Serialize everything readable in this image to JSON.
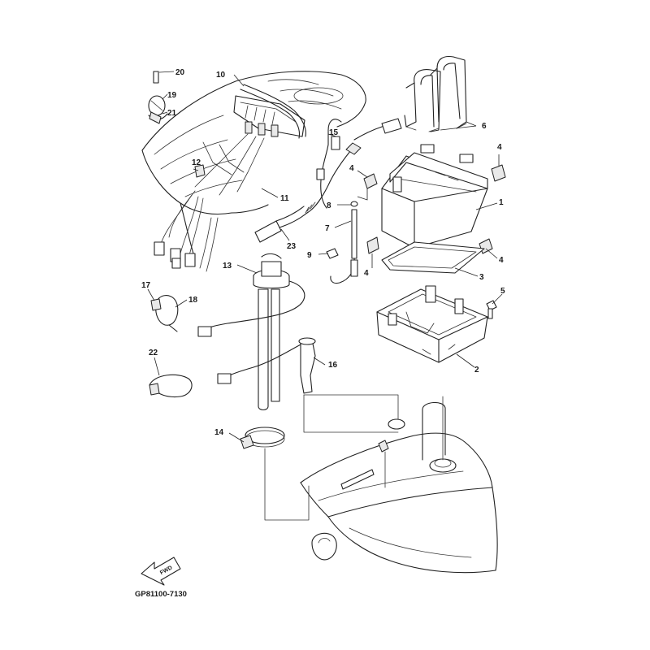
{
  "diagram": {
    "code": "GP81100-7130",
    "fwd_label": "FWD",
    "part_labels": [
      {
        "id": "p1",
        "text": "1"
      },
      {
        "id": "p2",
        "text": "2"
      },
      {
        "id": "p3",
        "text": "3"
      },
      {
        "id": "p4a",
        "text": "4"
      },
      {
        "id": "p4b",
        "text": "4"
      },
      {
        "id": "p4c",
        "text": "4"
      },
      {
        "id": "p4d",
        "text": "4"
      },
      {
        "id": "p5",
        "text": "5"
      },
      {
        "id": "p6",
        "text": "6"
      },
      {
        "id": "p7",
        "text": "7"
      },
      {
        "id": "p8",
        "text": "8"
      },
      {
        "id": "p9",
        "text": "9"
      },
      {
        "id": "p10",
        "text": "10"
      },
      {
        "id": "p11",
        "text": "11"
      },
      {
        "id": "p12",
        "text": "12"
      },
      {
        "id": "p13",
        "text": "13"
      },
      {
        "id": "p14",
        "text": "14"
      },
      {
        "id": "p15",
        "text": "15"
      },
      {
        "id": "p16",
        "text": "16"
      },
      {
        "id": "p17",
        "text": "17"
      },
      {
        "id": "p18",
        "text": "18"
      },
      {
        "id": "p19",
        "text": "19"
      },
      {
        "id": "p20",
        "text": "20"
      },
      {
        "id": "p21",
        "text": "21"
      },
      {
        "id": "p22",
        "text": "22"
      },
      {
        "id": "p23",
        "text": "23"
      }
    ]
  }
}
